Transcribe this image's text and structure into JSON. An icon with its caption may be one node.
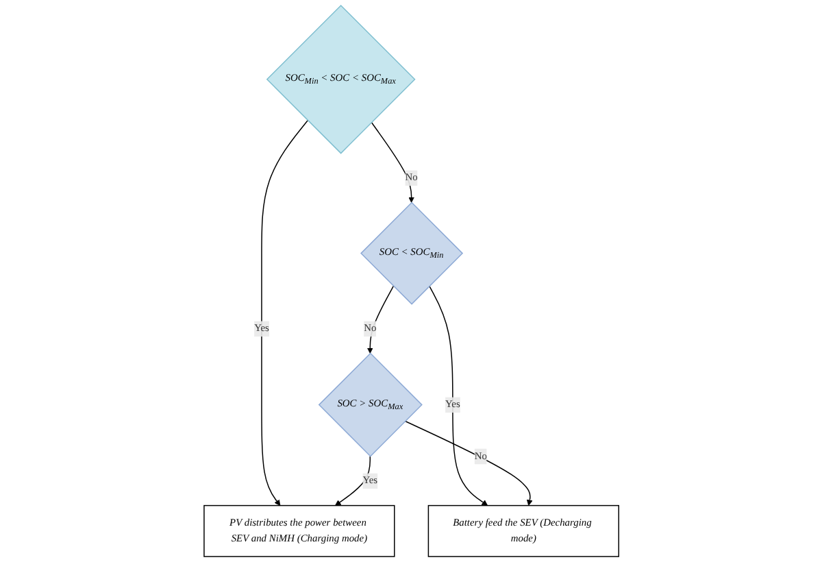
{
  "diagram": {
    "nodes": [
      {
        "text": [
          "SOC$_{Min}$ < SOC < SOC$_{Max}$"
        ]
      },
      {
        "text": [
          "PV distributes the power between SEV and NiMH (Charging mode)"
        ]
      },
      {
        "text": [
          "SOC < SOC$_{Min}$"
        ]
      },
      {
        "text": [
          "SOC > SOC$_{Max}$"
        ]
      },
      {
        "text": [
          "Battery feed the SEV (Decharging mode)"
        ]
      }
    ],
    "edges": [
      {
        "from": 0,
        "to": 1,
        "arrow": "to",
        "label": "Yes"
      },
      {
        "from": 0,
        "to": 2,
        "arrow": "to",
        "label": "No"
      },
      {
        "from": 2,
        "to": 4,
        "arrow": "to",
        "label": "Yes"
      },
      {
        "from": 2,
        "to": 3,
        "arrow": "to",
        "label": "No"
      },
      {
        "from": 3,
        "to": 1,
        "arrow": "to",
        "label": "Yes"
      },
      {
        "from": 3,
        "to": 4,
        "arrow": "to",
        "label": "No"
      }
    ]
  }
}
